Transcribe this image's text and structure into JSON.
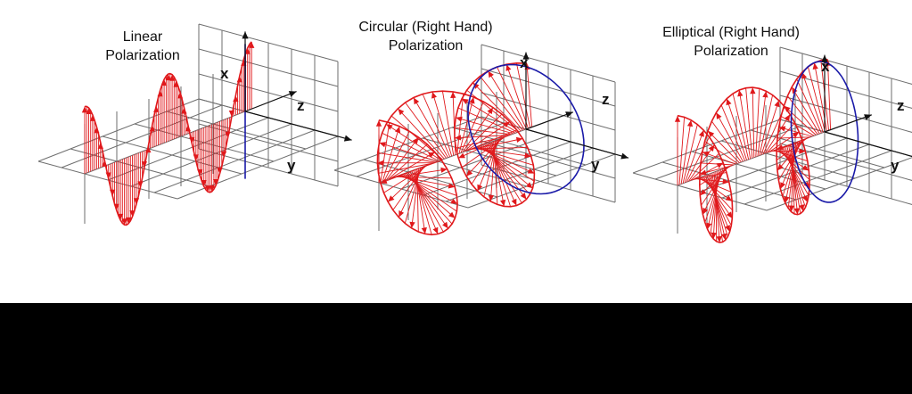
{
  "panels": [
    {
      "id": "linear",
      "title_line1": "Linear",
      "title_line2": "Polarization",
      "axes": {
        "x": "x",
        "y": "y",
        "z": "z"
      }
    },
    {
      "id": "circular",
      "title_line1": "Circular (Right Hand)",
      "title_line2": "Polarization",
      "axes": {
        "x": "x",
        "y": "y",
        "z": "z"
      }
    },
    {
      "id": "elliptical",
      "title_line1": "Elliptical (Right Hand)",
      "title_line2": "Polarization",
      "axes": {
        "x": "x",
        "y": "y",
        "z": "z"
      }
    }
  ],
  "colors": {
    "field_vectors": "#e0191c",
    "endpoint_locus": "#1a1aa8",
    "grid": "#6e6e6e",
    "background": "#ffffff",
    "letterbox": "#000000"
  }
}
